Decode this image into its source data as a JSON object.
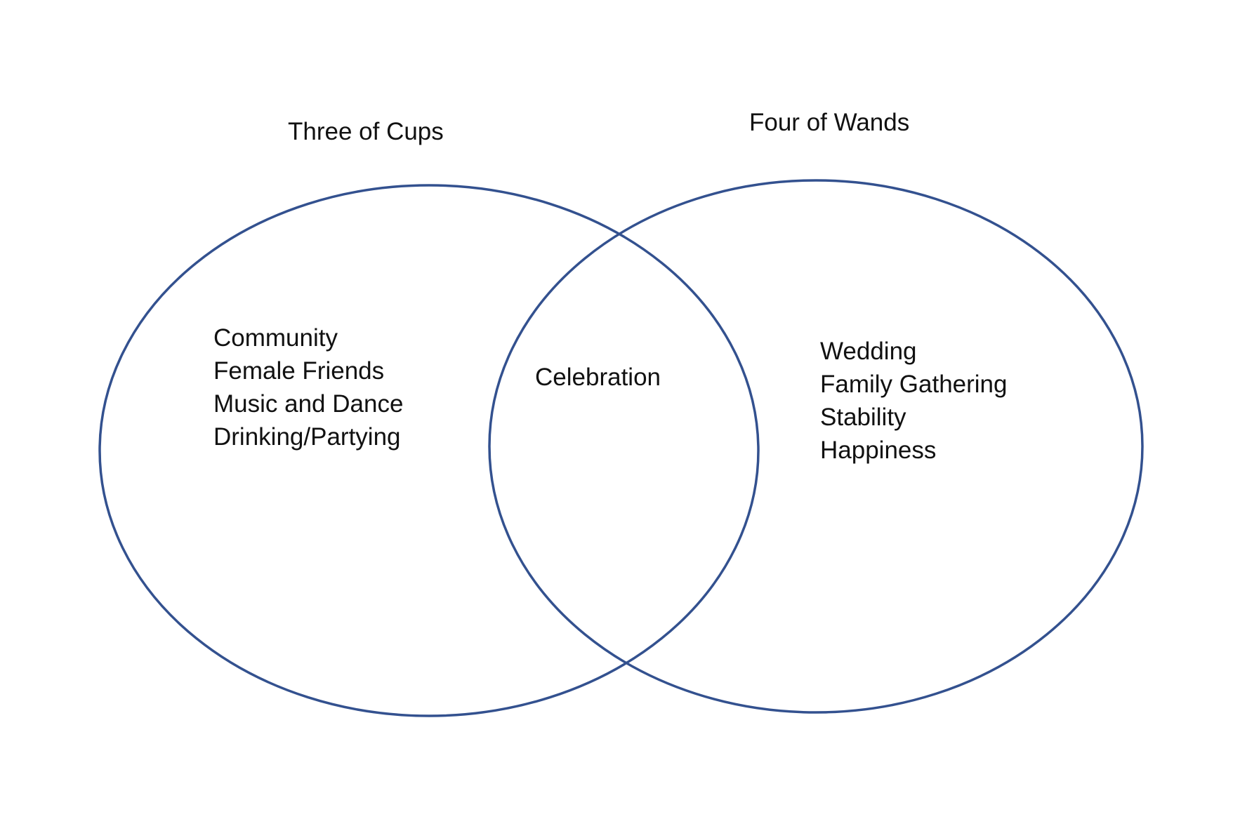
{
  "diagram": {
    "type": "venn",
    "outline_color": "#33518f",
    "text_color": "#111111",
    "left_set": {
      "title": "Three of Cups",
      "items": [
        "Community",
        "Female Friends",
        "Music and Dance",
        "Drinking/Partying"
      ]
    },
    "right_set": {
      "title": "Four of Wands",
      "items": [
        "Wedding",
        "Family Gathering",
        "Stability",
        "Happiness"
      ]
    },
    "overlap": {
      "items": [
        "Celebration"
      ]
    }
  }
}
